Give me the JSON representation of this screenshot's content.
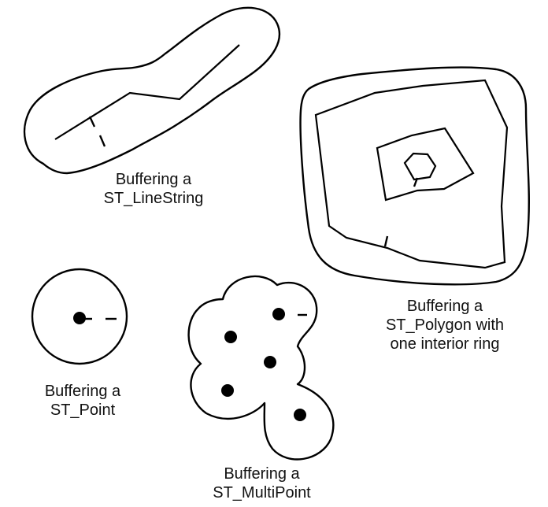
{
  "captions": {
    "linestring": [
      "Buffering a",
      "ST_LineString"
    ],
    "polygon": [
      "Buffering a",
      "ST_Polygon with",
      "one interior ring"
    ],
    "point": [
      "Buffering a",
      "ST_Point"
    ],
    "multipoint": [
      "Buffering a",
      "ST_MultiPoint"
    ]
  },
  "colors": {
    "stroke": "#000000",
    "background": "#ffffff"
  }
}
